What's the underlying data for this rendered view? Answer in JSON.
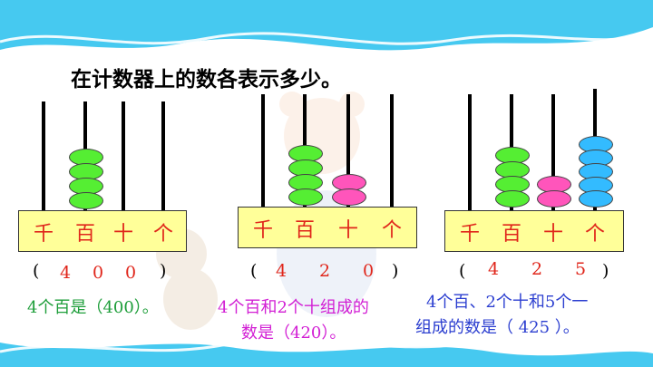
{
  "title": "在计数器上的数各表示多少。",
  "colors": {
    "wave": "#46C9F0",
    "base_fill": "#FFFF99",
    "place_text": "#E0261B",
    "bead_green": "#55EE33",
    "bead_pink": "#FF55BB",
    "bead_blue": "#33BBFF"
  },
  "abaci": [
    {
      "places": [
        "千",
        "百",
        "十",
        "个"
      ],
      "beads": [
        0,
        4,
        0,
        0
      ],
      "answer": {
        "open": "(",
        "digits": [
          "4",
          "0",
          "0"
        ],
        "close": ")"
      },
      "desc_lines": [
        "4个百是（400）。"
      ]
    },
    {
      "places": [
        "千",
        "百",
        "十",
        "个"
      ],
      "beads": [
        0,
        4,
        2,
        0
      ],
      "answer": {
        "open": "(",
        "digits": [
          "4",
          "2",
          "0"
        ],
        "close": ")"
      },
      "desc_lines": [
        "4个百和2个十组成的",
        "数是（420）。"
      ]
    },
    {
      "places": [
        "千",
        "百",
        "十",
        "个"
      ],
      "beads": [
        0,
        4,
        2,
        5
      ],
      "answer": {
        "open": "(",
        "digits": [
          "4",
          "2",
          "5"
        ],
        "close": ")"
      },
      "desc_lines": [
        "4个百、2个十和5个一",
        "组成的数是（ 425 ）。"
      ]
    }
  ]
}
